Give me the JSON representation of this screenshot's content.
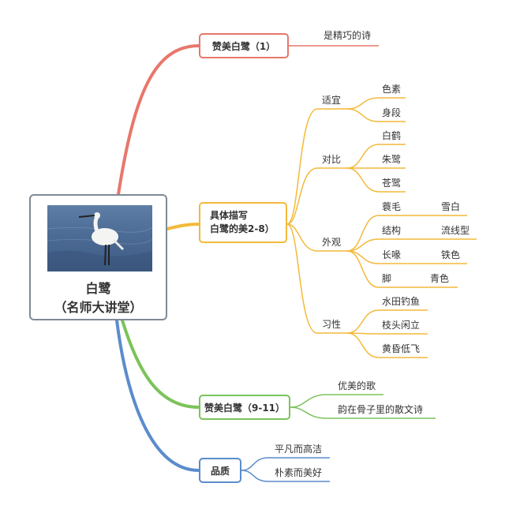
{
  "root": {
    "title_line1": "白鹭",
    "title_line2": "（名师大讲堂）"
  },
  "branches": {
    "praise1": {
      "label": "赞美白鹭（1）",
      "child": "是精巧的诗"
    },
    "describe": {
      "label_line1": "具体描写",
      "label_line2": "白鹭的美2-8）",
      "fit": {
        "label": "适宜",
        "items": [
          "色素",
          "身段"
        ]
      },
      "contrast": {
        "label": "对比",
        "items": [
          "白鹤",
          "朱鹭",
          "苍鹭"
        ]
      },
      "look": {
        "label": "外观",
        "items": [
          {
            "name": "蓑毛",
            "value": "雪白"
          },
          {
            "name": "结构",
            "value": "流线型"
          },
          {
            "name": "长喙",
            "value": "铁色"
          },
          {
            "name": "脚",
            "value": "青色"
          }
        ]
      },
      "habit": {
        "label": "习性",
        "items": [
          "水田钓鱼",
          "枝头闲立",
          "黄昏低飞"
        ]
      }
    },
    "praise2": {
      "label": "赞美白鹭（9-11）",
      "items": [
        "优美的歌",
        "韵在骨子里的散文诗"
      ]
    },
    "quality": {
      "label": "品质",
      "items": [
        "平凡而高洁",
        "朴素而美好"
      ]
    }
  },
  "colors": {
    "red": "#e8776b",
    "orange": "#f4b93a",
    "green": "#7cc35a",
    "blue": "#5b8ccc",
    "root_border": "#7f8a96"
  }
}
